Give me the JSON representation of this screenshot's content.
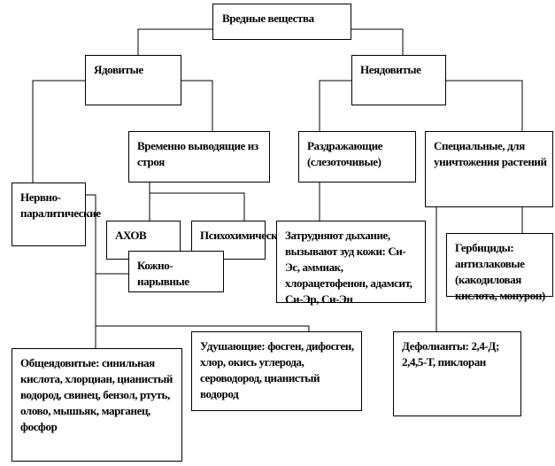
{
  "root": "Вредные вещества",
  "poisonous": "Ядовитые",
  "non_poisonous": "Неядовитые",
  "temporary": "Временно выводящие из строя",
  "irritating": "Раздражающие (слезоточивые)",
  "special": "Специальные, для уничтожения растений",
  "nerve": "Нервно-паралитические",
  "ahov": "АХОВ",
  "psycho": "Психохимические",
  "irritating_desc": "Затрудняют дыхание, вызывают зуд кожи: Си-Эс, аммиак, хлорацетофенон, адамсит, Си-Эр, Си-Эн",
  "herbicides": "Гербициды: антизлаковые (какодиловая кислота, монурон)",
  "skin": "Кожно-нарывные",
  "choking": "Удушающие:  фосген, дифосген, хлор, окись углерода,  сероводород, цианистый водород",
  "general": "Общеядовитые: синильная кислота, хлорциан, цианистый водород, свинец, бензол, ртуть, олово, мышьяк, марганец, фосфор",
  "defoliants": "Дефолианты: 2,4-Д; 2,4,5-Т, пиклоран"
}
